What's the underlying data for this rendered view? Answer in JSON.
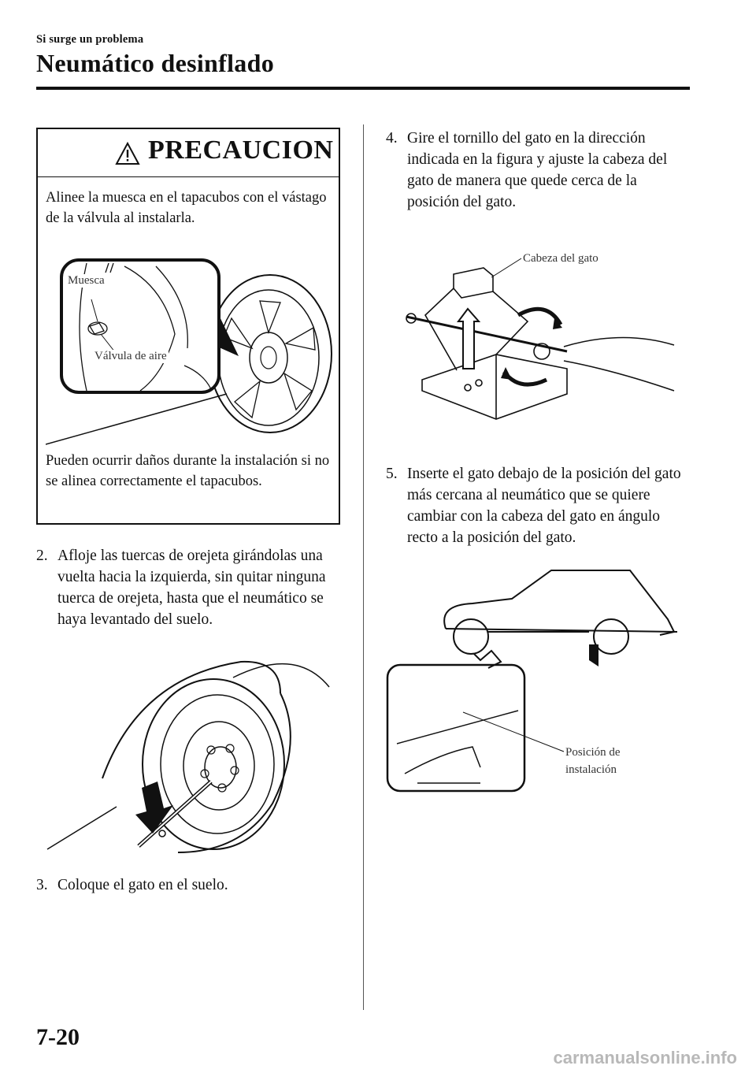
{
  "header": {
    "section": "Si surge un problema",
    "title": "Neumático desinflado"
  },
  "caution": {
    "title": "PRECAUCION",
    "icon": "warning-triangle-icon",
    "text_before": "Alinee la muesca en el tapacubos con el vástago de la válvula al instalarla.",
    "label_notch": "Muesca",
    "label_valve": "Válvula de aire",
    "text_after": "Pueden ocurrir daños durante la instalación si no se alinea correctamente el tapacubos."
  },
  "steps": [
    {
      "num": "2.",
      "text": "Afloje las tuercas de orejeta girándolas una vuelta hacia la izquierda, sin quitar ninguna tuerca de orejeta, hasta que el neumático se haya levantado del suelo."
    },
    {
      "num": "3.",
      "text": "Coloque el gato en el suelo."
    },
    {
      "num": "4.",
      "text": "Gire el tornillo del gato en la dirección indicada en la figura y ajuste la cabeza del gato de manera que quede cerca de la posición del gato."
    },
    {
      "num": "5.",
      "text": "Inserte el gato debajo de la posición del gato más cercana al neumático que se quiere cambiar con la cabeza del gato en ángulo recto a la posición del gato."
    }
  ],
  "figures": {
    "jack_head_label": "Cabeza del gato",
    "install_position_label_line1": "Posición de",
    "install_position_label_line2": "instalación"
  },
  "footer": {
    "page_number": "7-20",
    "watermark": "carmanualsonline.info"
  }
}
